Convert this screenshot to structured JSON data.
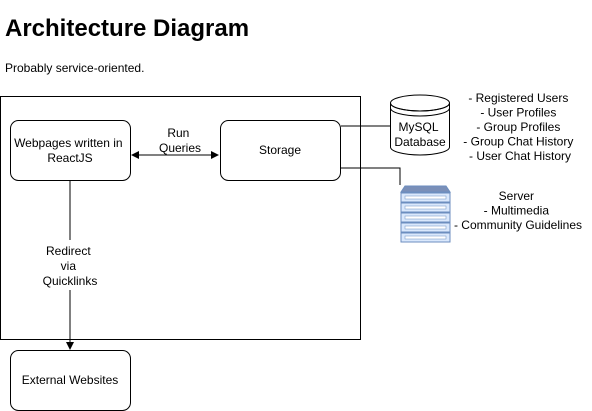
{
  "title": "Architecture Diagram",
  "subtitle": "Probably service-oriented.",
  "nodes": {
    "webpages": [
      "Webpages written in",
      "ReactJS"
    ],
    "storage": [
      "Storage"
    ],
    "external": [
      "External Websites"
    ],
    "mysql": [
      "MySQL",
      "Database"
    ],
    "server_label": [
      "Server"
    ]
  },
  "edges": {
    "run_queries": [
      "Run",
      "Queries"
    ],
    "redirect": [
      "Redirect",
      "via",
      "Quicklinks"
    ]
  },
  "notes": {
    "database_contents": [
      "- Registered Users",
      "- User Profiles",
      "- Group Profiles",
      "- Group Chat History",
      "- User Chat History"
    ],
    "server_contents": [
      "- Multimedia",
      "- Community Guidelines"
    ]
  },
  "colors": {
    "server_fill": "#dae8fc",
    "server_stroke": "#6c8ebf",
    "server_accent": "#7a8fb8"
  }
}
